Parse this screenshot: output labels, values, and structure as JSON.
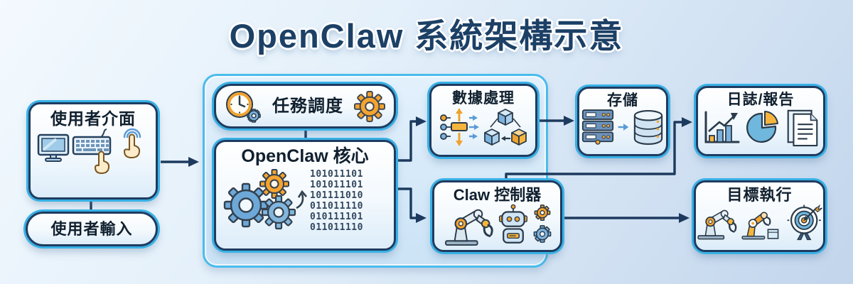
{
  "title": "OpenClaw 系統架構示意",
  "colors": {
    "background_top": "#f3f9fe",
    "background_bottom": "#c2d5ec",
    "box_border": "#1e3c60",
    "box_glow": "#38b1e6",
    "container_border": "#49bced",
    "container_fill": "#d6e9f8",
    "arrow": "#1d3a5e",
    "title_text": "#1c4066",
    "accent_orange": "#f5a42f",
    "accent_blue": "#7cb2dd"
  },
  "nodes": {
    "user_interface": {
      "label": "使用者介面",
      "icons": [
        "monitor-icon",
        "keyboard-icon",
        "pointer-hand-icon",
        "touch-hand-icon"
      ]
    },
    "user_input": {
      "label": "使用者輸入",
      "icons": []
    },
    "task_scheduler": {
      "label": "任務調度",
      "icons": [
        "clock-gear-icon",
        "gear-icon"
      ]
    },
    "core": {
      "label": "OpenClaw 核心",
      "icons": [
        "gears-icon",
        "curved-arrow-icon"
      ],
      "binary_lines": [
        "101011101",
        "101011101",
        "101111010",
        "011011110",
        "010111101",
        "011011110"
      ]
    },
    "data_processing": {
      "label": "數據處理",
      "icons": [
        "distribution-icon",
        "cubes-icon"
      ]
    },
    "claw_controller": {
      "label": "Claw 控制器",
      "icons": [
        "robot-arm-icon",
        "robot-icon",
        "gears-pair-icon"
      ]
    },
    "storage": {
      "label": "存儲",
      "icons": [
        "server-icon",
        "transfer-arrow-icon",
        "database-icon"
      ]
    },
    "logs_reports": {
      "label": "日誌/報告",
      "icons": [
        "bar-chart-icon",
        "pie-chart-icon",
        "documents-icon"
      ]
    },
    "target_execution": {
      "label": "目標執行",
      "icons": [
        "robot-arm-icon",
        "robot-arm-box-icon",
        "target-icon"
      ]
    }
  },
  "edges": [
    {
      "from": "user_interface",
      "to": "user_input"
    },
    {
      "from": "user_interface",
      "to": "core_container"
    },
    {
      "from": "task_scheduler",
      "to": "core"
    },
    {
      "from": "core",
      "to": "data_processing"
    },
    {
      "from": "core",
      "to": "claw_controller"
    },
    {
      "from": "data_processing",
      "to": "storage"
    },
    {
      "from": "claw_controller",
      "to": "logs_reports"
    },
    {
      "from": "claw_controller",
      "to": "target_execution"
    }
  ]
}
